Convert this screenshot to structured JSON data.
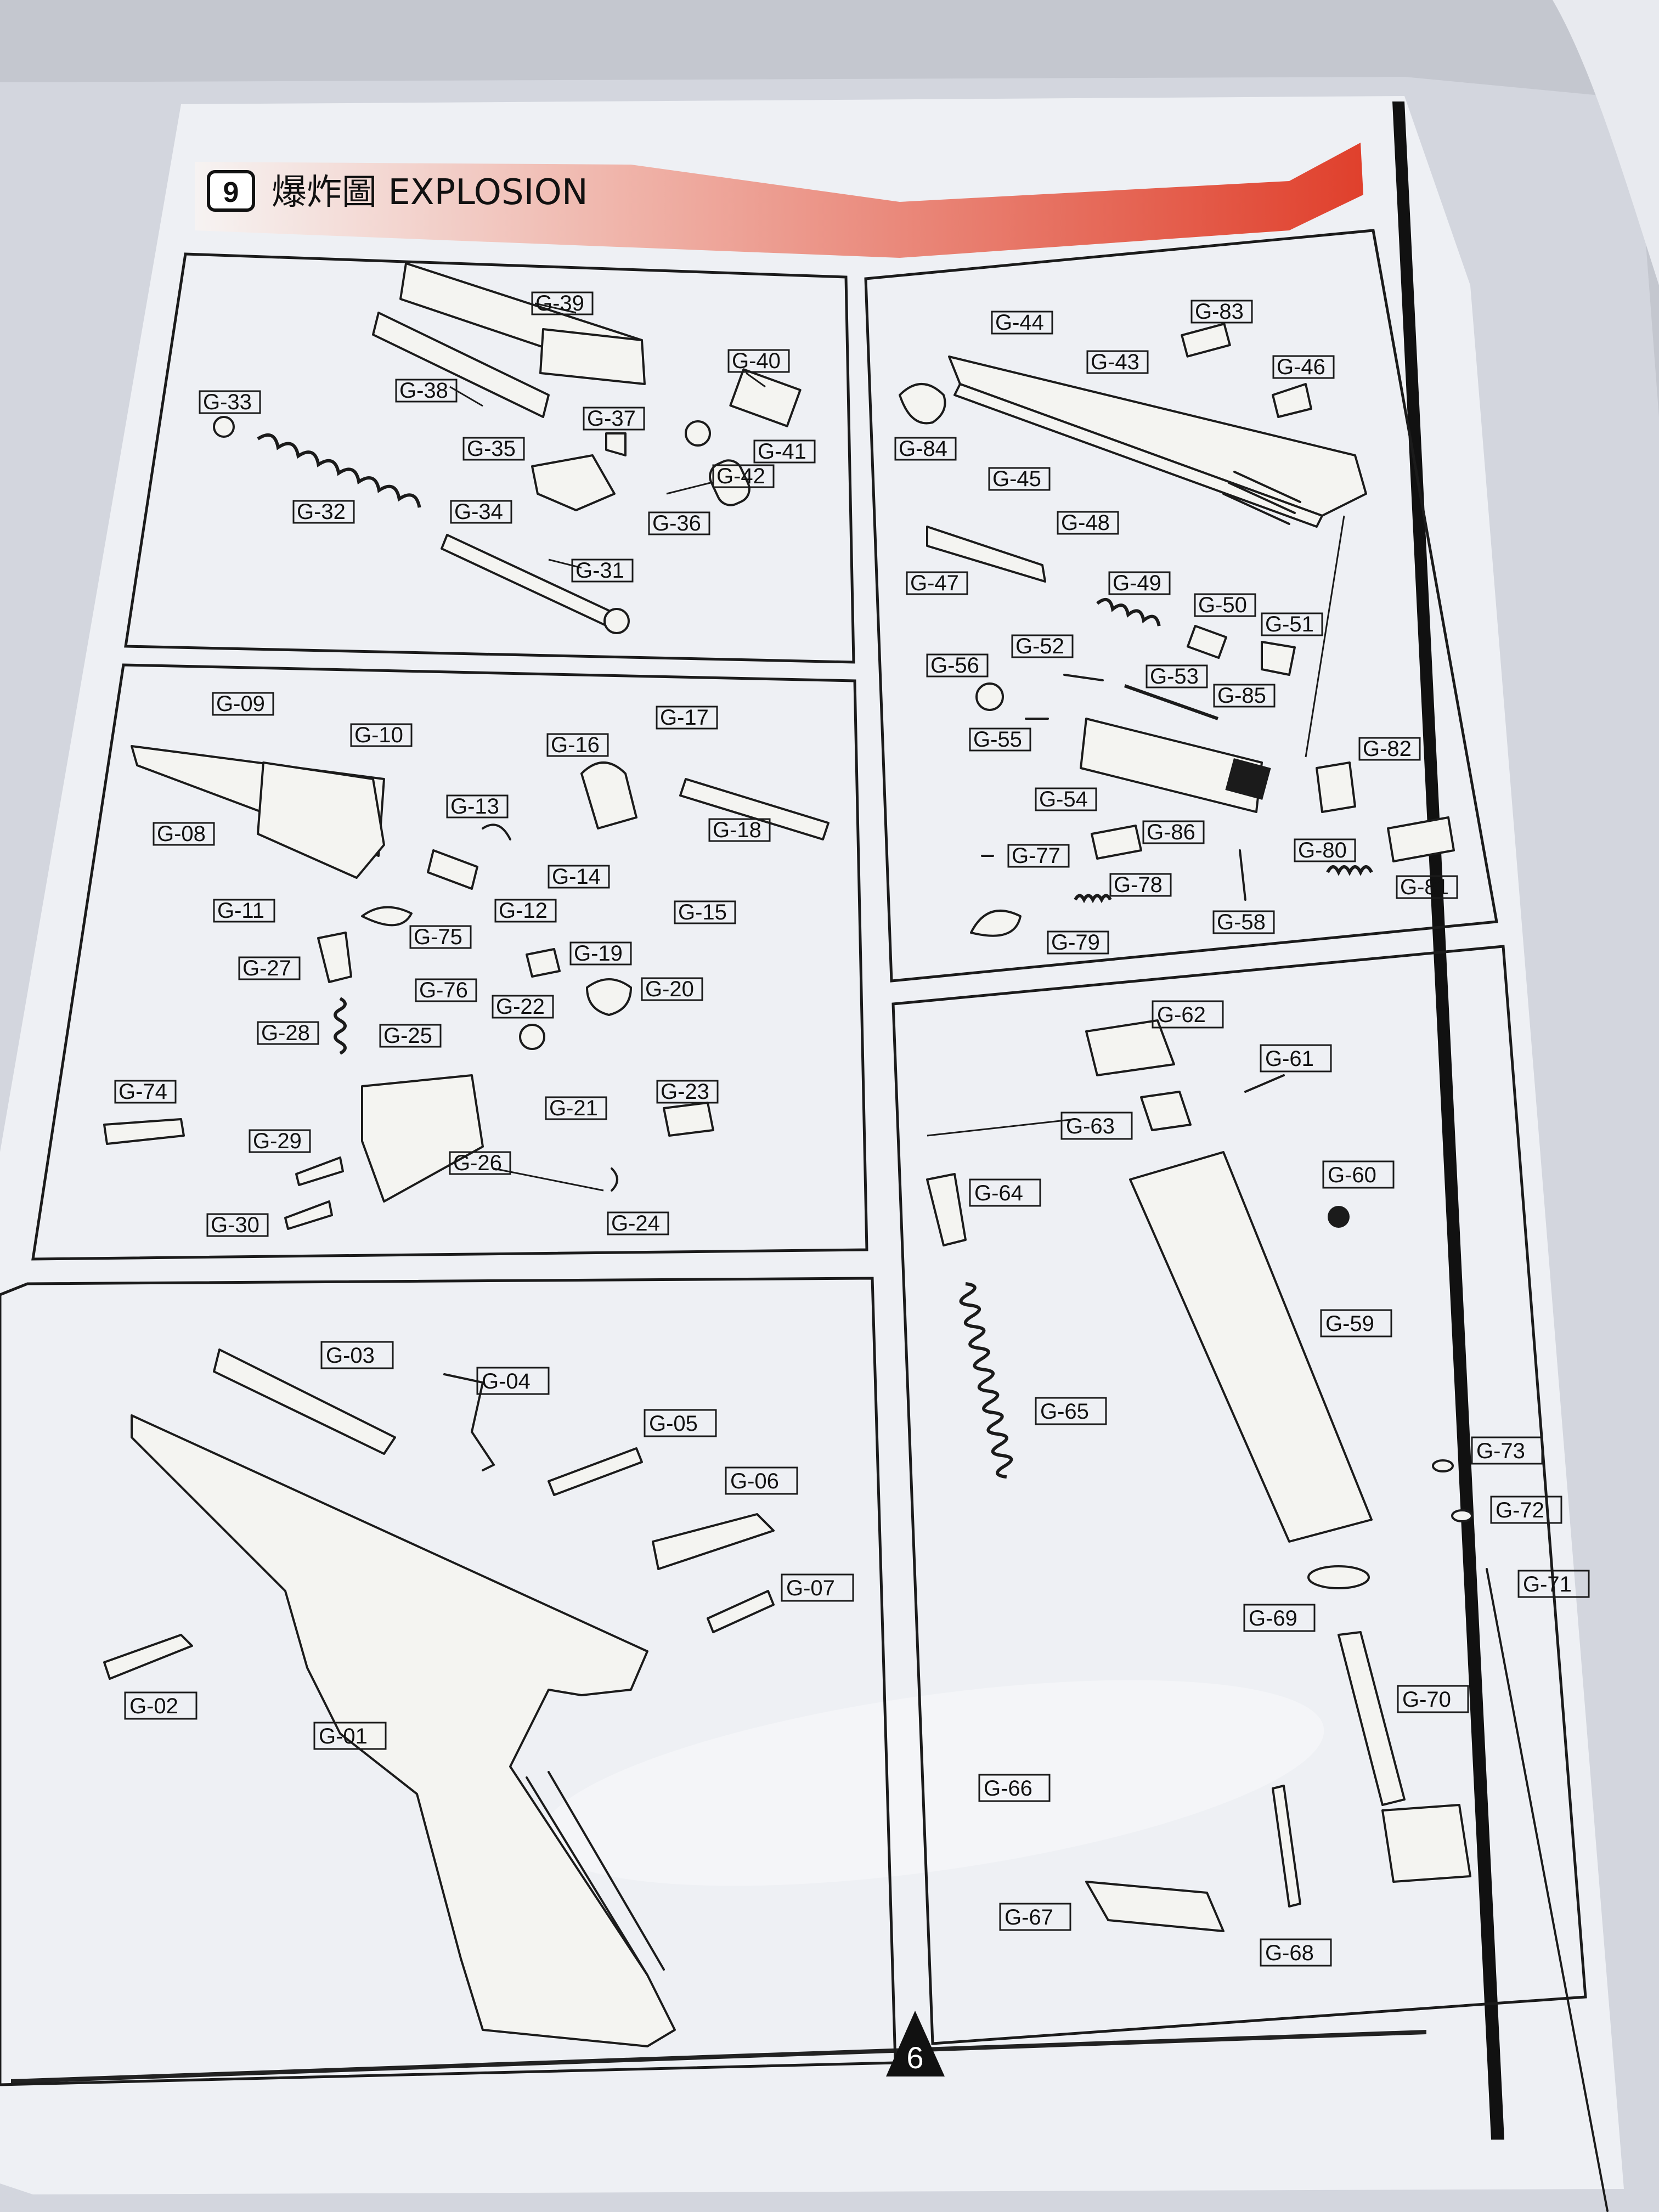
{
  "header": {
    "section_number": "9",
    "title": "爆炸圖 EXPLOSION",
    "accent_color": "#e0402c"
  },
  "page_number": "6",
  "parts": {
    "G-01": "G-01",
    "G-02": "G-02",
    "G-03": "G-03",
    "G-04": "G-04",
    "G-05": "G-05",
    "G-06": "G-06",
    "G-07": "G-07",
    "G-08": "G-08",
    "G-09": "G-09",
    "G-10": "G-10",
    "G-11": "G-11",
    "G-12": "G-12",
    "G-13": "G-13",
    "G-14": "G-14",
    "G-15": "G-15",
    "G-16": "G-16",
    "G-17": "G-17",
    "G-18": "G-18",
    "G-19": "G-19",
    "G-20": "G-20",
    "G-21": "G-21",
    "G-22": "G-22",
    "G-23": "G-23",
    "G-24": "G-24",
    "G-25": "G-25",
    "G-26": "G-26",
    "G-27": "G-27",
    "G-28": "G-28",
    "G-29": "G-29",
    "G-30": "G-30",
    "G-31": "G-31",
    "G-32": "G-32",
    "G-33": "G-33",
    "G-34": "G-34",
    "G-35": "G-35",
    "G-36": "G-36",
    "G-37": "G-37",
    "G-38": "G-38",
    "G-39": "G-39",
    "G-40": "G-40",
    "G-41": "G-41",
    "G-42": "G-42",
    "G-43": "G-43",
    "G-44": "G-44",
    "G-45": "G-45",
    "G-46": "G-46",
    "G-47": "G-47",
    "G-48": "G-48",
    "G-49": "G-49",
    "G-50": "G-50",
    "G-51": "G-51",
    "G-52": "G-52",
    "G-53": "G-53",
    "G-54": "G-54",
    "G-55": "G-55",
    "G-56": "G-56",
    "G-58": "G-58",
    "G-59": "G-59",
    "G-60": "G-60",
    "G-61": "G-61",
    "G-62": "G-62",
    "G-63": "G-63",
    "G-64": "G-64",
    "G-65": "G-65",
    "G-66": "G-66",
    "G-67": "G-67",
    "G-68": "G-68",
    "G-69": "G-69",
    "G-70": "G-70",
    "G-71": "G-71",
    "G-72": "G-72",
    "G-73": "G-73",
    "G-74": "G-74",
    "G-75": "G-75",
    "G-76": "G-76",
    "G-77": "G-77",
    "G-78": "G-78",
    "G-79": "G-79",
    "G-80": "G-80",
    "G-81": "G-81",
    "G-82": "G-82",
    "G-83": "G-83",
    "G-84": "G-84",
    "G-85": "G-85",
    "G-86": "G-86"
  }
}
